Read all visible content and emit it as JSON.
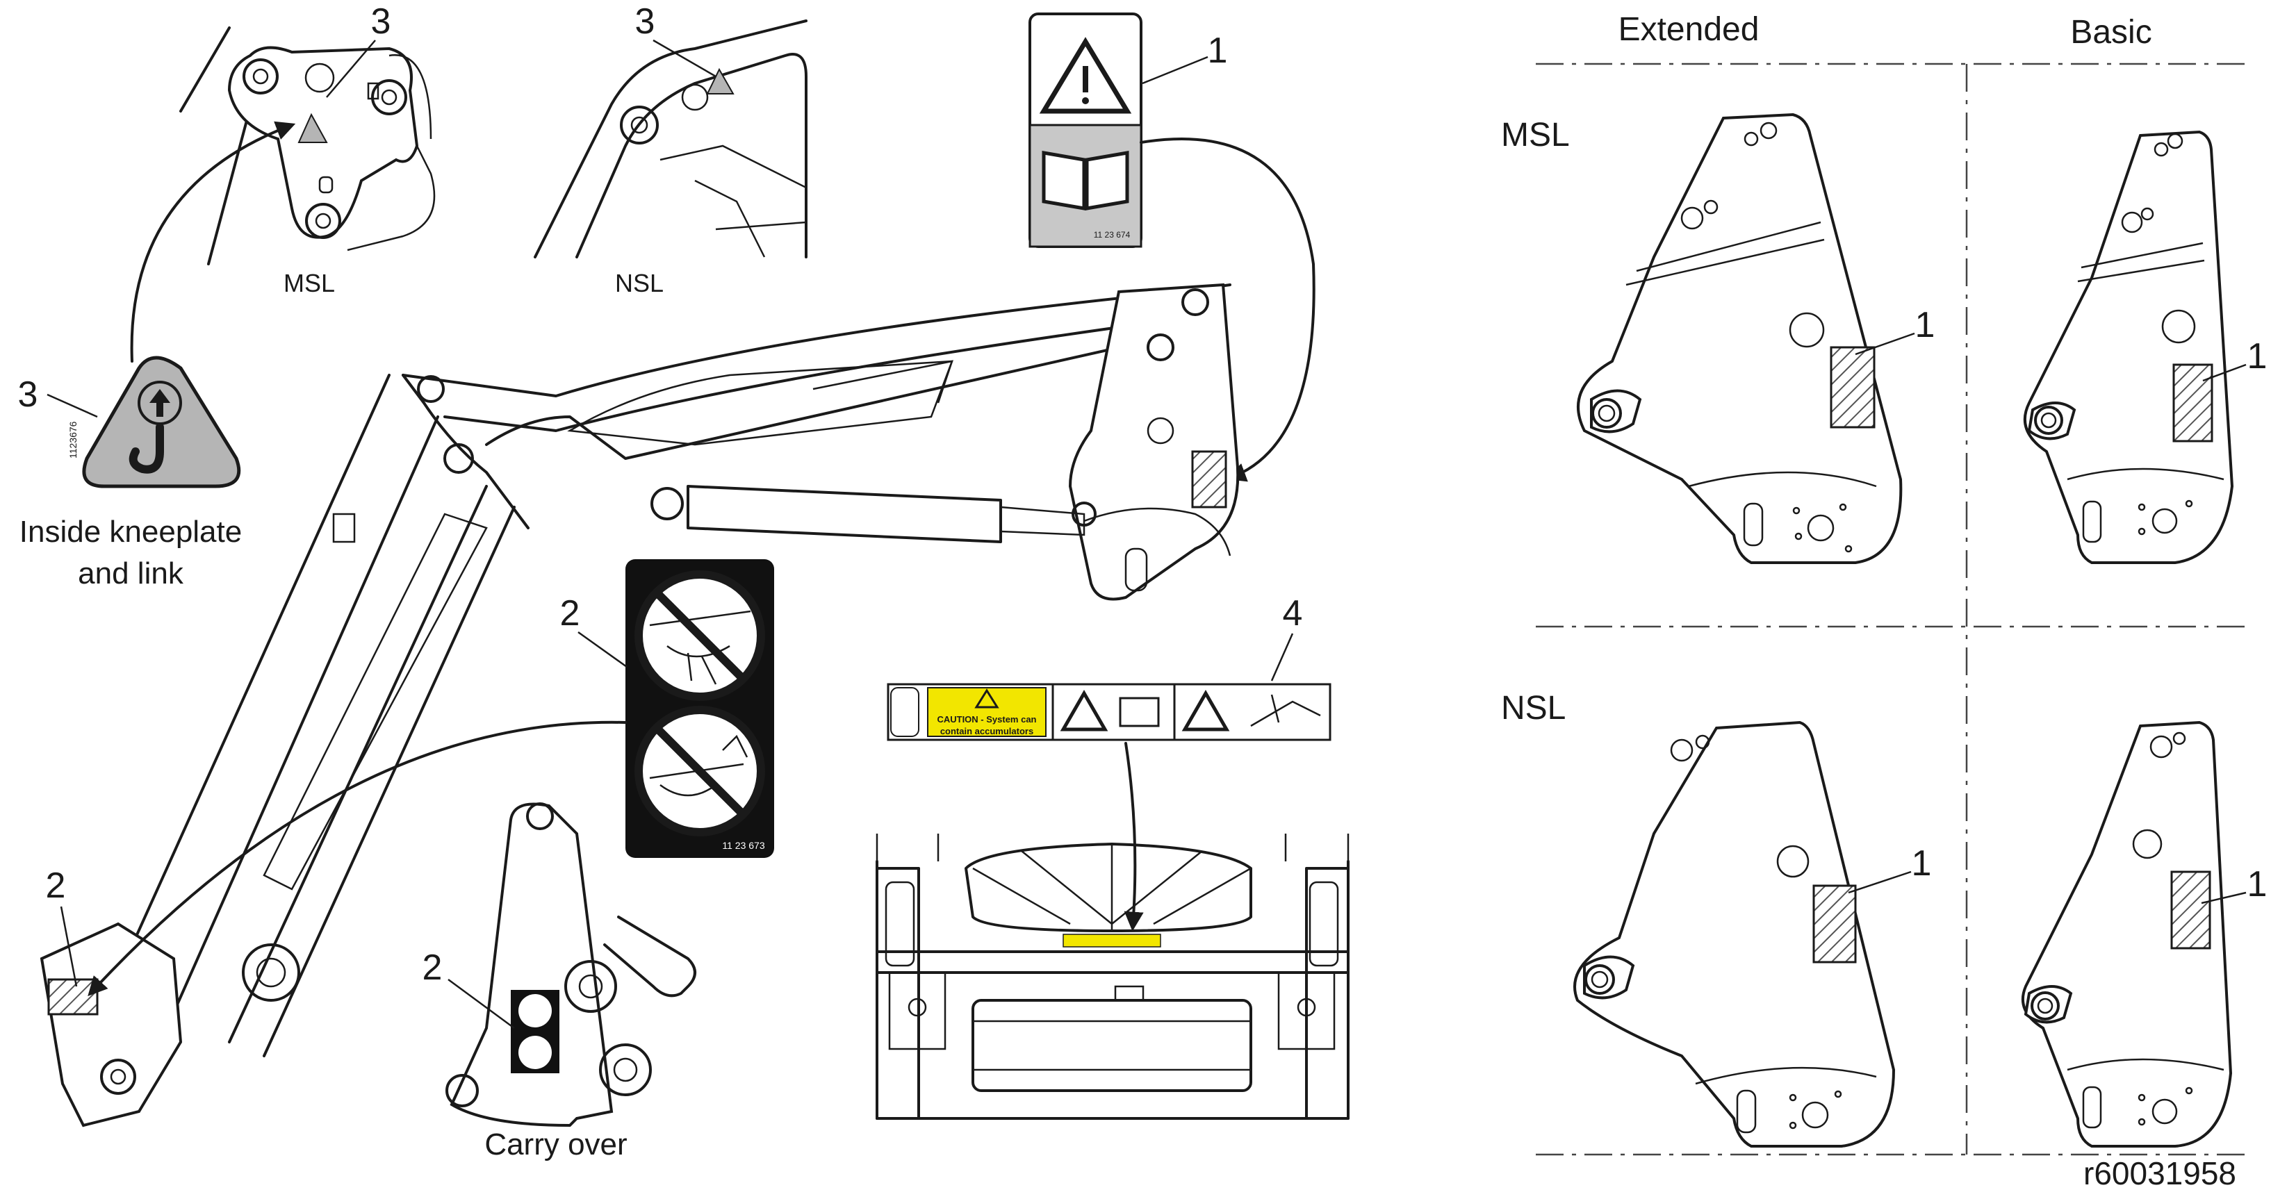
{
  "left_figure": {
    "inset_msl_label": "MSL",
    "inset_nsl_label": "NSL",
    "callout_1": "1",
    "callout_2": "2",
    "callout_3": "3",
    "callout_4": "4",
    "kneeplate_text_line1": "Inside kneeplate",
    "kneeplate_text_line2": "and link",
    "carry_over": "Carry over",
    "decal_1_code": "11 23 674",
    "decal_2_code": "11 23 673",
    "decal_3_code": "1123676",
    "decal_4_caution_line1": "CAUTION - System can",
    "decal_4_caution_line2": "contain accumulators"
  },
  "right_figure": {
    "col_extended": "Extended",
    "col_basic": "Basic",
    "row_msl": "MSL",
    "row_nsl": "NSL",
    "callout": "1"
  },
  "figure_id": "r60031958",
  "colors": {
    "line": "#1a1a1a",
    "decal_yellow": "#f2e600",
    "triangle_grey": "#b5b5b5",
    "hatch": "#555555"
  }
}
